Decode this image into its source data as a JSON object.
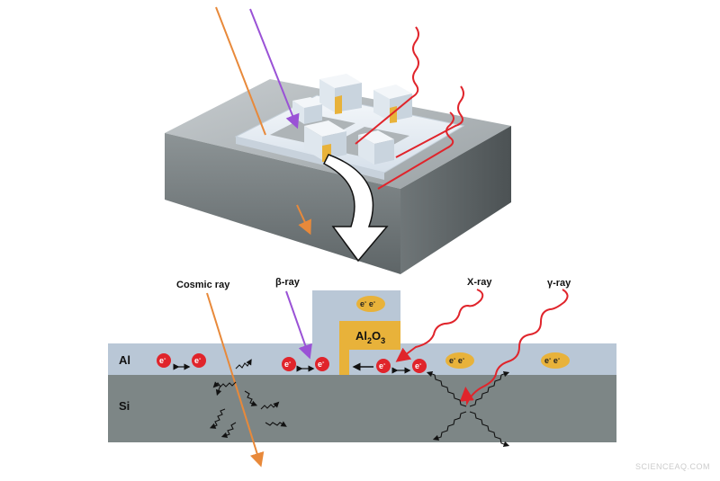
{
  "labels": {
    "cosmic_ray": "Cosmic ray",
    "beta_ray": "β-ray",
    "x_ray": "X-ray",
    "gamma_ray": "γ-ray",
    "al_layer": "Al",
    "si_layer": "Si",
    "oxide": "Al",
    "oxide_sub": "2",
    "oxide_o": "O",
    "oxide_sub2": "3",
    "electron": "e",
    "electron_sup": "-",
    "pair": "e⁻ e⁻"
  },
  "watermark": "SCIENCEAQ.COM",
  "colors": {
    "cosmic": "#e8893a",
    "beta": "#9a52d6",
    "xray": "#e0242b",
    "gamma": "#e0242b",
    "aluminum": "#b9c7d6",
    "silicon": "#7d8686",
    "oxide": "#e8b23a",
    "electron": "#e0242b",
    "cooper_pair": "#e8b23a"
  }
}
